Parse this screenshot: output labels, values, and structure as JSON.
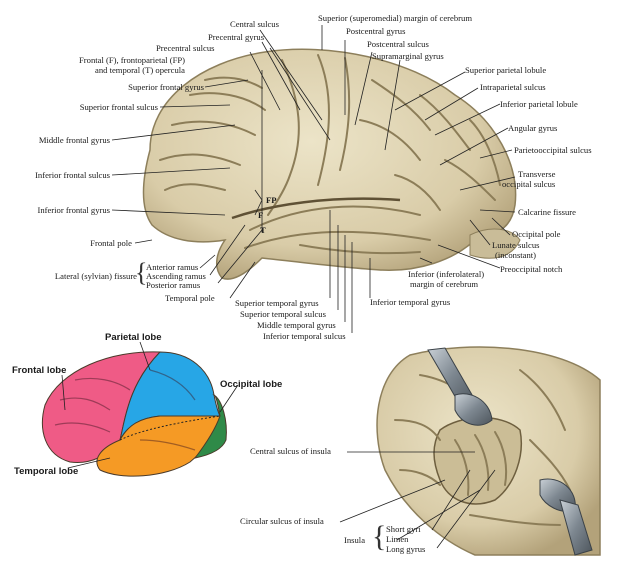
{
  "lateral_view": {
    "labels": {
      "central_sulcus": "Central sulcus",
      "superior_margin": "Superior (superomedial) margin of cerebrum",
      "postcentral_gyrus": "Postcentral gyrus",
      "precentral_gyrus": "Precentral gyrus",
      "precentral_sulcus": "Precentral sulcus",
      "postcentral_sulcus": "Postcentral sulcus",
      "opercula_1": "Frontal (F), frontoparietal (FP)",
      "opercula_2": "and temporal (T) opercula",
      "supramarginal_gyrus": "Supramarginal gyrus",
      "superior_parietal_lobule": "Superior parietal lobule",
      "superior_frontal_gyrus": "Superior frontal gyrus",
      "intraparietal_sulcus": "Intraparietal sulcus",
      "superior_frontal_sulcus": "Superior frontal sulcus",
      "inferior_parietal_lobule": "Inferior parietal lobule",
      "middle_frontal_gyrus": "Middle frontal gyrus",
      "angular_gyrus": "Angular gyrus",
      "parietooccipital_sulcus": "Parietooccipital sulcus",
      "inferior_frontal_sulcus": "Inferior frontal sulcus",
      "transverse_occipital_1": "Transverse",
      "transverse_occipital_2": "occipital sulcus",
      "inferior_frontal_gyrus": "Inferior frontal gyrus",
      "calcarine_fissure": "Calcarine fissure",
      "frontal_pole": "Frontal pole",
      "occipital_pole": "Occipital pole",
      "lunate_1": "Lunate sulcus",
      "lunate_2": "(inconstant)",
      "lateral_fissure": "Lateral (sylvian) fissure",
      "anterior_ramus": "Anterior ramus",
      "ascending_ramus": "Ascending ramus",
      "posterior_ramus": "Posterior ramus",
      "preoccipital_notch": "Preoccipital notch",
      "inferior_margin_1": "Inferior (inferolateral)",
      "inferior_margin_2": "margin of cerebrum",
      "temporal_pole": "Temporal pole",
      "inferior_temporal_gyrus": "Inferior temporal gyrus",
      "superior_temporal_gyrus": "Superior temporal gyrus",
      "superior_temporal_sulcus": "Superior temporal sulcus",
      "middle_temporal_gyrus": "Middle temporal gyrus",
      "inferior_temporal_sulcus": "Inferior temporal sulcus",
      "mark_f": "F",
      "mark_fp": "FP",
      "mark_t": "T"
    }
  },
  "lobes_view": {
    "frontal_lobe": "Frontal lobe",
    "parietal_lobe": "Parietal lobe",
    "occipital_lobe": "Occipital lobe",
    "temporal_lobe": "Temporal lobe",
    "colors": {
      "frontal": "#ef5b86",
      "parietal": "#27a6e6",
      "occipital": "#2f8a48",
      "temporal": "#f59a25"
    }
  },
  "insula_view": {
    "central_sulcus_of_insula": "Central sulcus of insula",
    "circular_sulcus_of_insula": "Circular sulcus of insula",
    "insula": "Insula",
    "short_gyri": "Short gyri",
    "limen": "Limen",
    "long_gyrus": "Long gyrus"
  },
  "colors": {
    "brain": "#ddd2b2",
    "brain_shadow": "#b8a983",
    "sulcus": "#7c6d4b",
    "leader": "#222222",
    "retractor": "#8d979f"
  }
}
